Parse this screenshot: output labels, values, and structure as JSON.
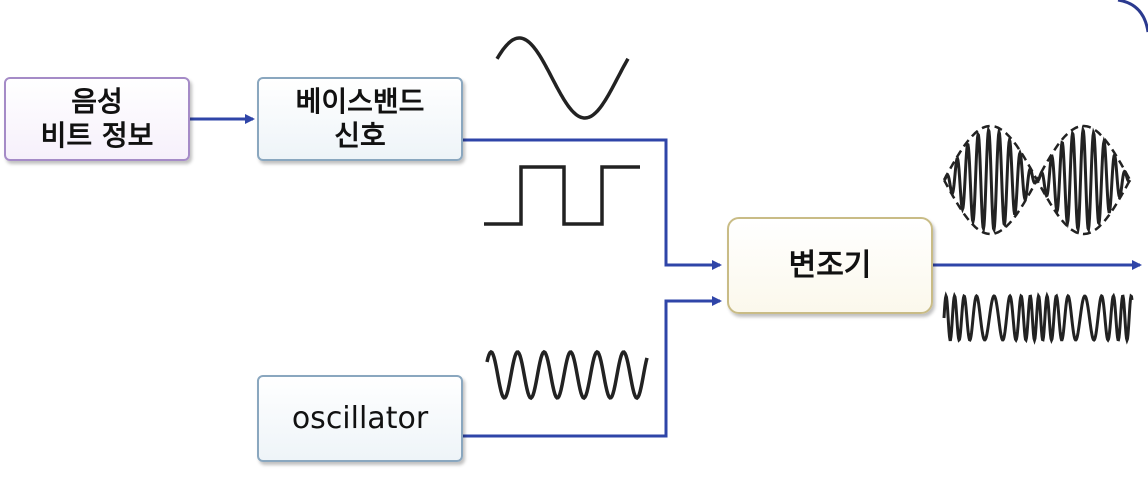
{
  "diagram": {
    "blocks": {
      "voice": "음성\n비트 정보",
      "baseband": "베이스밴드\n신호",
      "modulator": "변조기",
      "oscillator": "oscillator"
    },
    "colors": {
      "connector": "#2f45a8",
      "waveform": "#222222",
      "border_line": "#2b3a8f"
    }
  }
}
